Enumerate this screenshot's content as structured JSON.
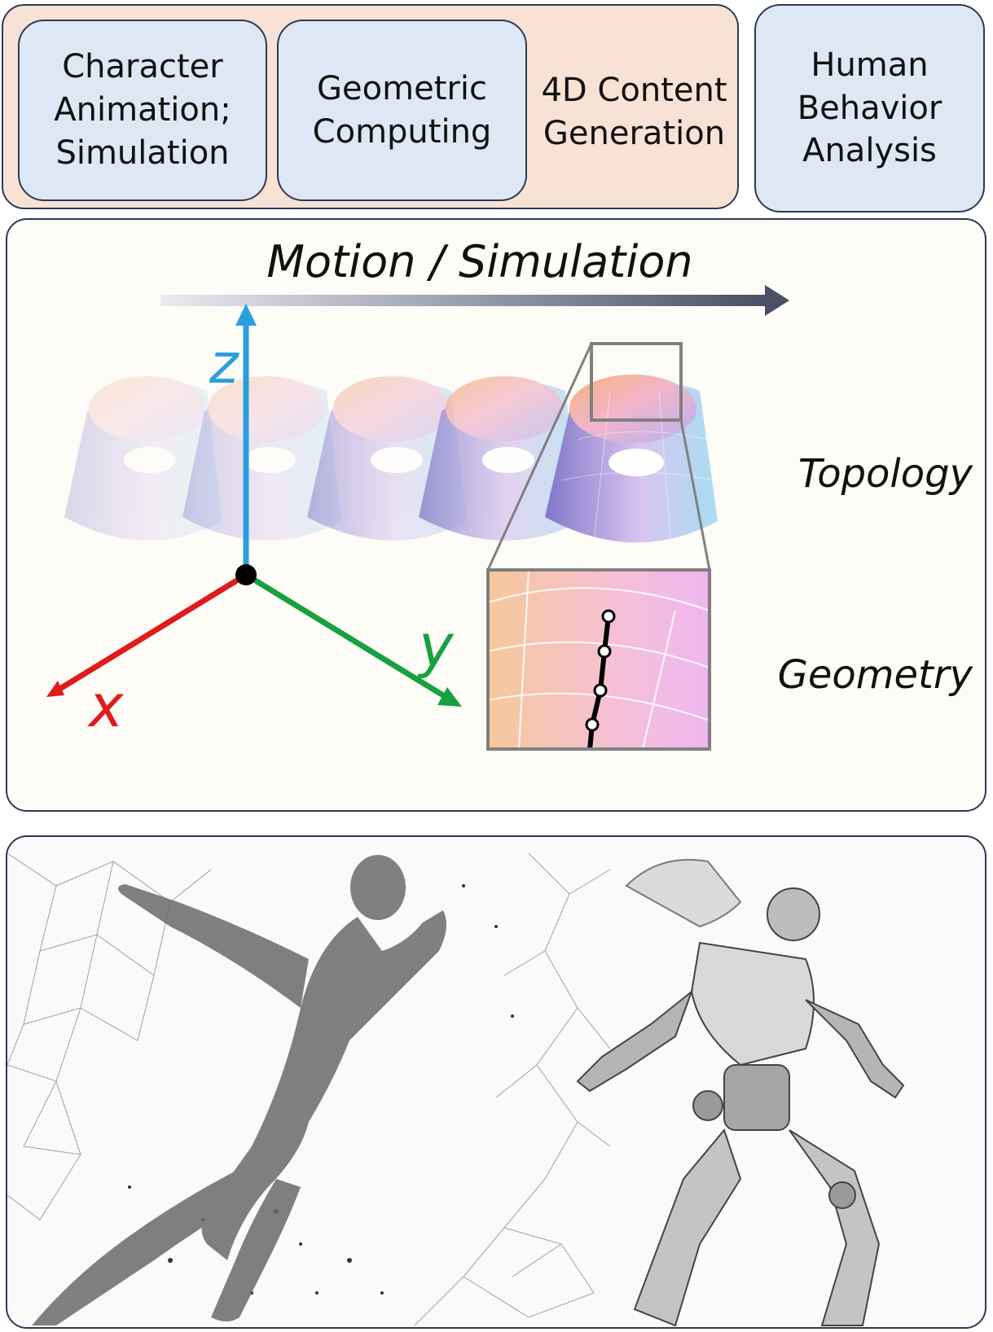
{
  "top_row": {
    "character_animation": "Character\nAnimation;\nSimulation",
    "geometric_computing": "Geometric\nComputing",
    "content_generation": "4D Content\nGeneration",
    "human_behavior": "Human\nBehavior\nAnalysis"
  },
  "diagram": {
    "motion_label": "Motion / Simulation",
    "topology_label": "Topology",
    "geometry_label": "Geometry",
    "axes": {
      "x": "x",
      "y": "y",
      "z": "z"
    }
  },
  "colors": {
    "panel_border": "#2d3a55",
    "peach_fill": "#f8e2d6",
    "pill_fill": "#dde8f4",
    "axis_x": "#e01b1b",
    "axis_y": "#19a040",
    "axis_z": "#2a9fe0",
    "motion_arrow": "#4a4f66"
  }
}
